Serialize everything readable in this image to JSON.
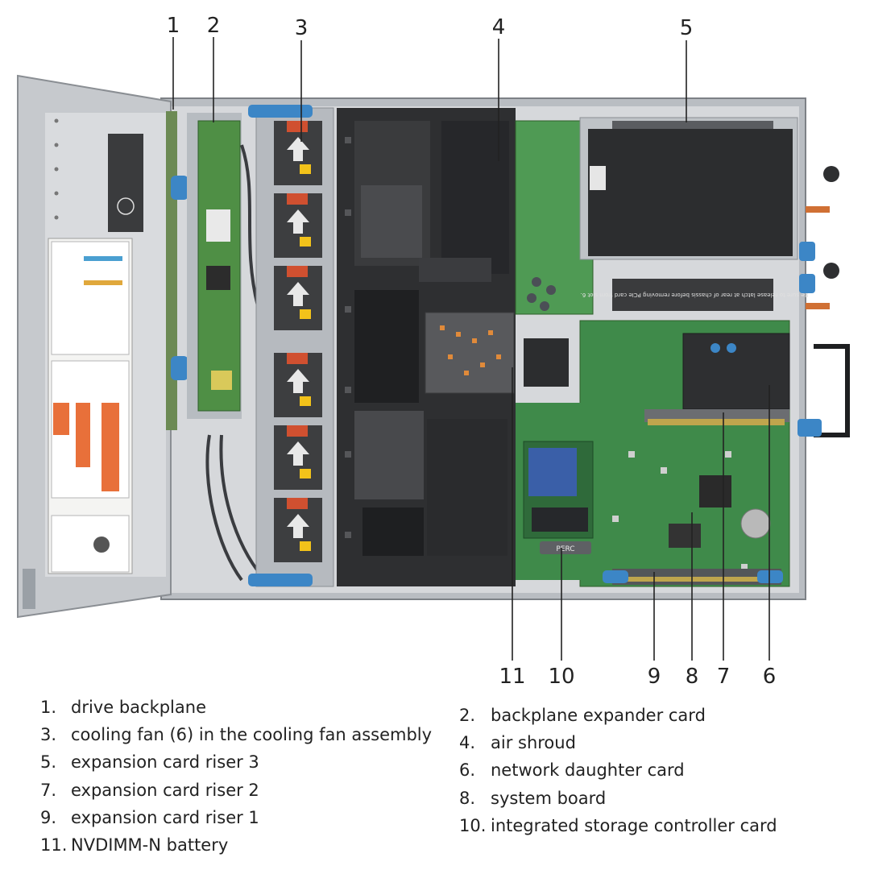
{
  "callouts": [
    {
      "n": "1"
    },
    {
      "n": "2"
    },
    {
      "n": "3"
    },
    {
      "n": "4"
    },
    {
      "n": "5"
    },
    {
      "n": "6"
    },
    {
      "n": "7"
    },
    {
      "n": "8"
    },
    {
      "n": "9"
    },
    {
      "n": "10"
    },
    {
      "n": "11"
    }
  ],
  "legend_left": [
    {
      "num": "1.",
      "label": "drive backplane"
    },
    {
      "num": "3.",
      "label": "cooling fan (6) in the cooling fan assembly"
    },
    {
      "num": "5.",
      "label": "expansion card riser 3"
    },
    {
      "num": "7.",
      "label": "expansion card riser 2"
    },
    {
      "num": "9.",
      "label": "expansion card riser 1"
    },
    {
      "num": "11.",
      "label": "NVDIMM-N battery"
    }
  ],
  "legend_right": [
    {
      "num": "2.",
      "label": "backplane expander card"
    },
    {
      "num": "4.",
      "label": "air shroud"
    },
    {
      "num": "6.",
      "label": "network daughter card"
    },
    {
      "num": "8.",
      "label": "system board"
    },
    {
      "num": "10.",
      "label": "integrated storage controller card"
    }
  ],
  "chassis_label": "Be sure to release latch at rear of chassis before removing PCIe card from slot 6.",
  "perc_label": "PERC",
  "colors": {
    "chassis": "#c9ccd0",
    "shroud": "#2e2f31",
    "board": "#3f8a4a",
    "latch": "#3c86c6",
    "fan_warning": "#f2c21a",
    "label_orange": "#e8703a"
  }
}
